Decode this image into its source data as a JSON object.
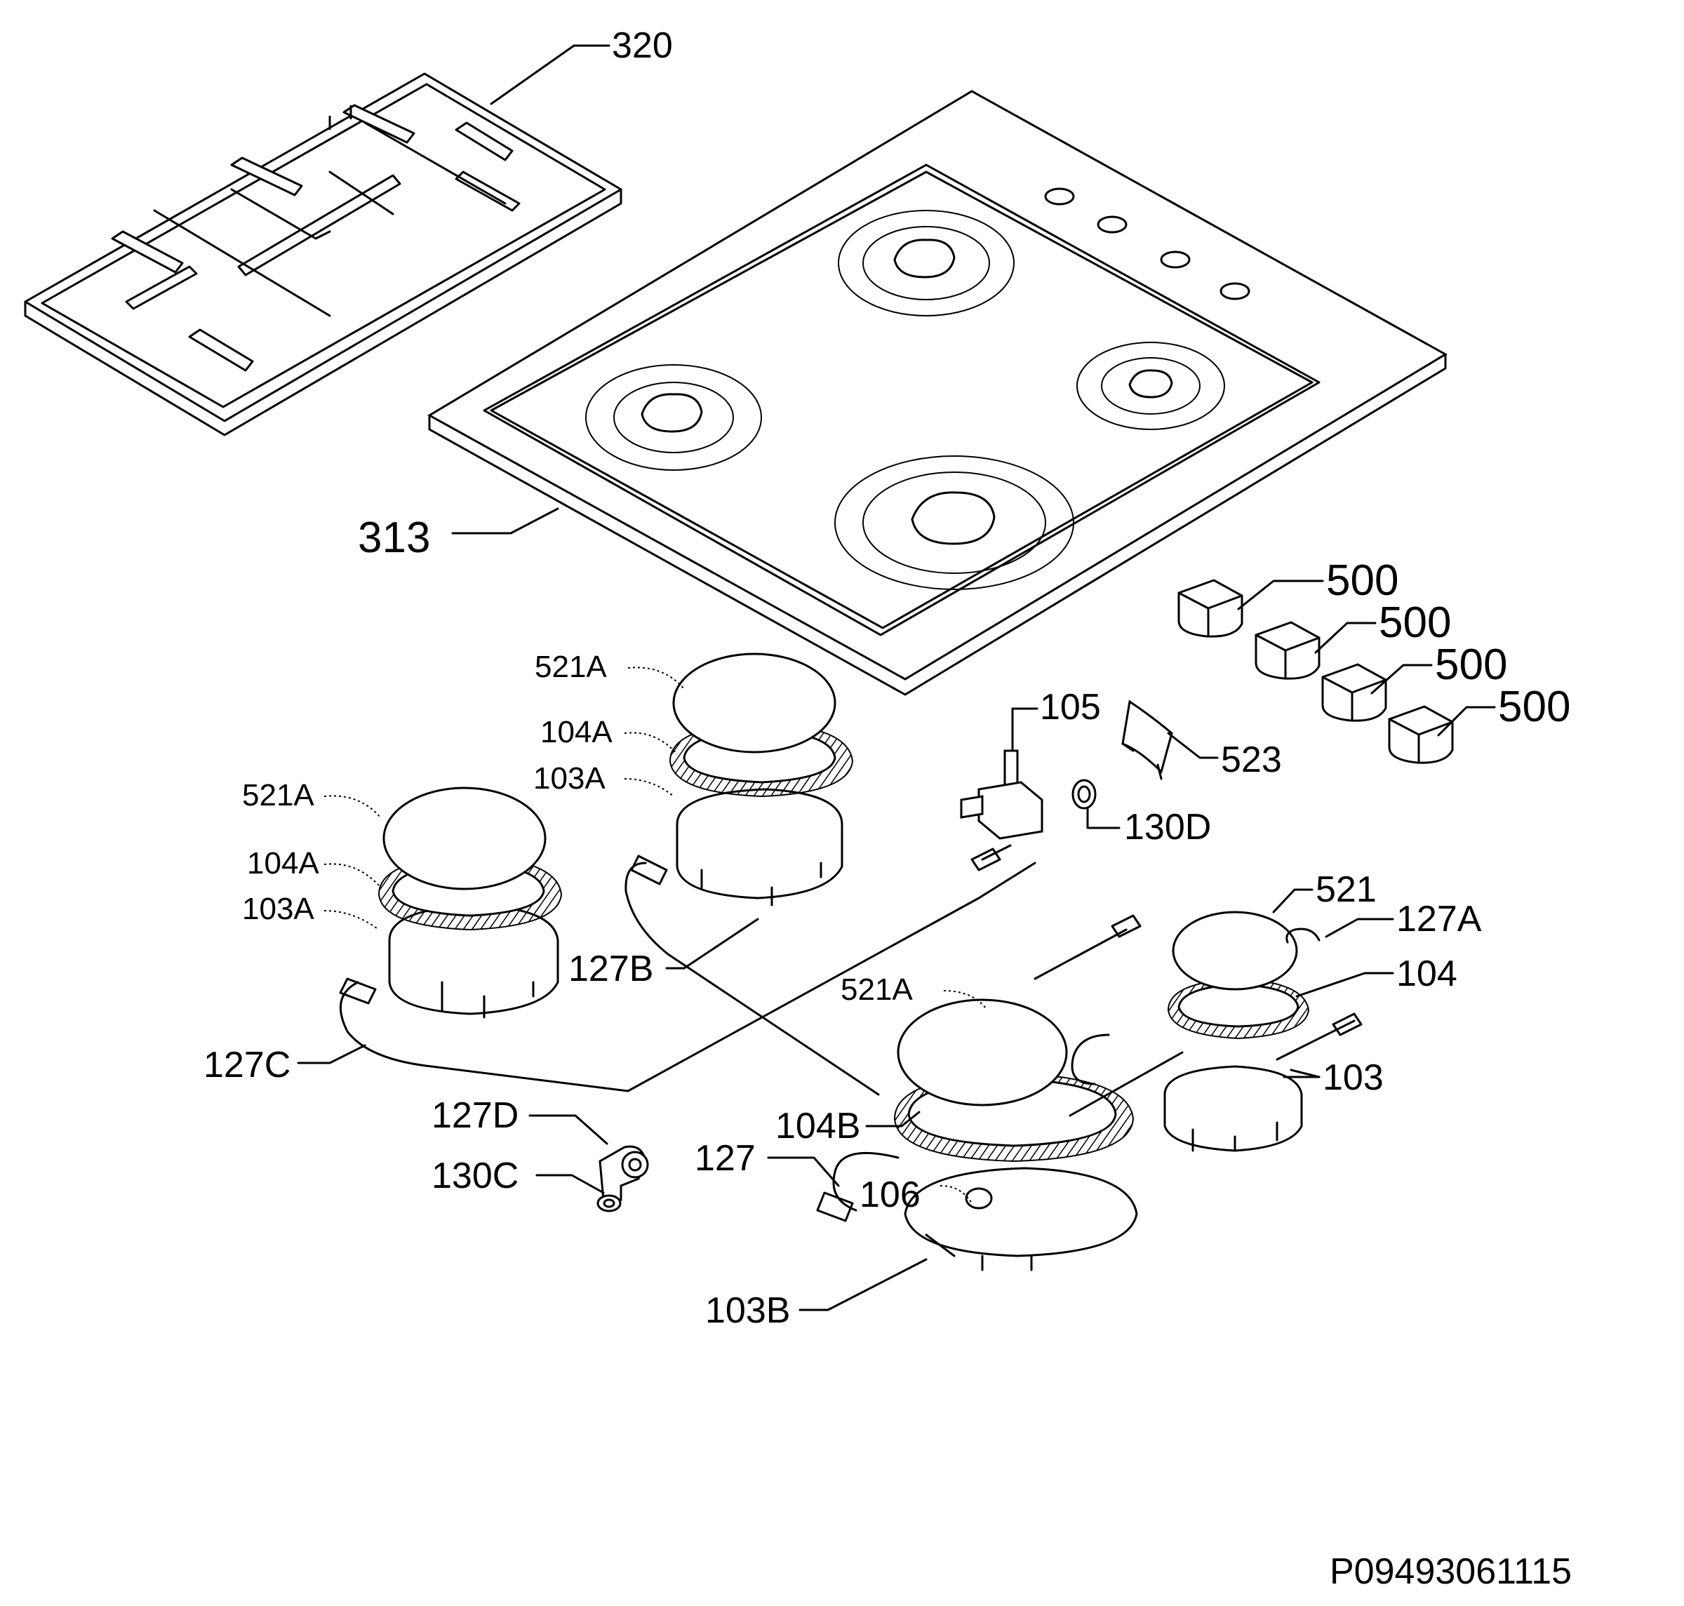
{
  "labels": {
    "grate": "320",
    "hob_top": "313",
    "knob_1": "500",
    "knob_2": "500",
    "knob_3": "500",
    "knob_4": "500",
    "tap": "105",
    "clip": "523",
    "seal_d": "130D",
    "cap_rear_left": "521A",
    "ring_rear_left": "104A",
    "base_rear_left": "103A",
    "cap_left": "521A",
    "ring_left": "104A",
    "base_left": "103A",
    "pipe_b": "127B",
    "pipe_c": "127C",
    "elbow": "127D",
    "seal_c": "130C",
    "cap_front": "521A",
    "ring_front": "104B",
    "pipe": "127",
    "injector": "106",
    "base_front": "103B",
    "cap_right": "521",
    "pipe_a": "127A",
    "ring_right": "104",
    "base_right": "103"
  },
  "drawing_code": "P09493061115"
}
